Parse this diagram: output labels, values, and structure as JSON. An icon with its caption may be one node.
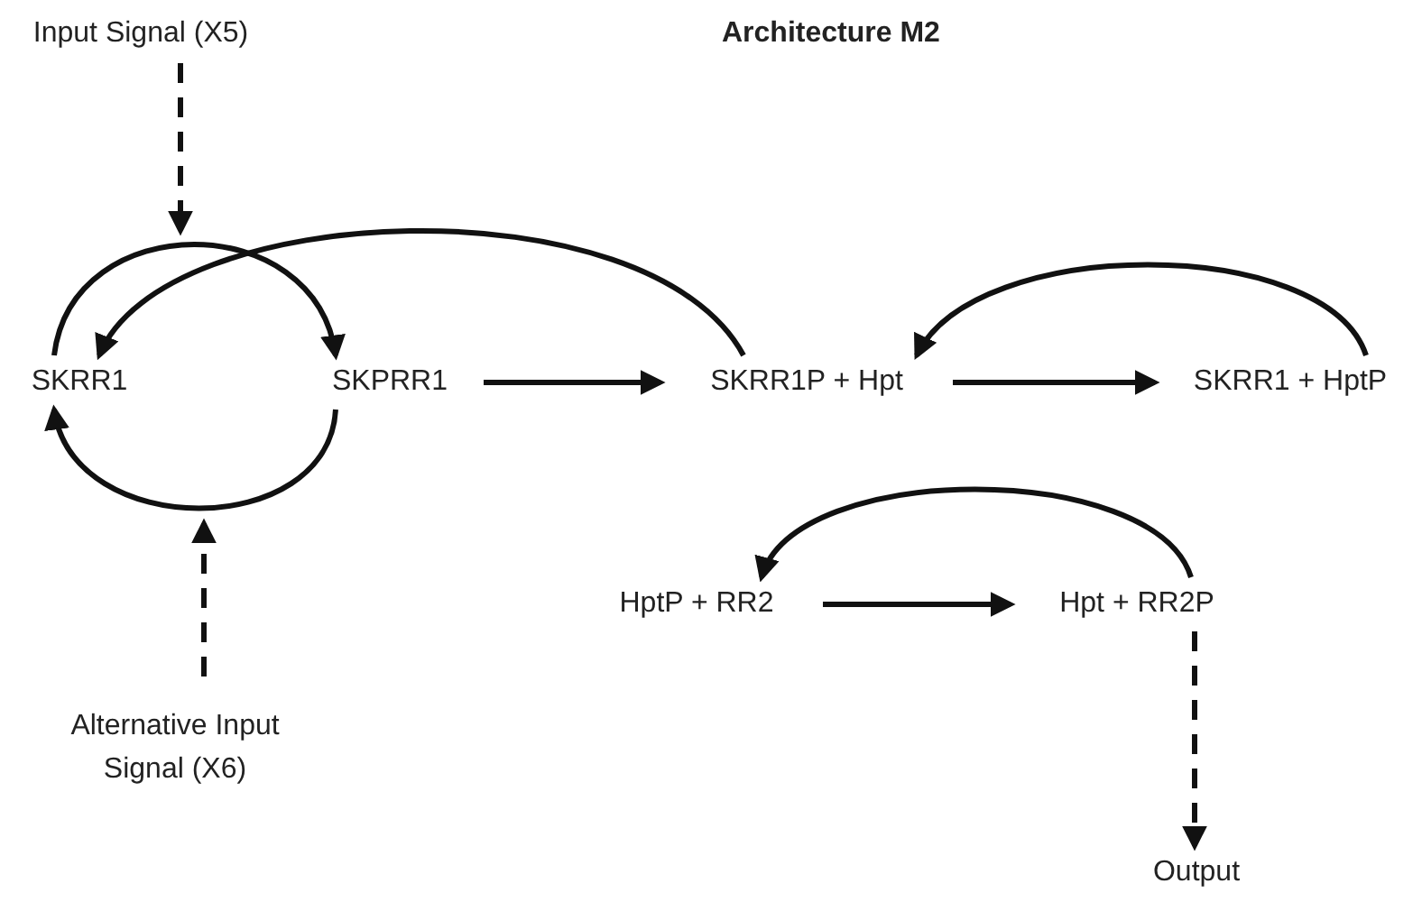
{
  "diagram": {
    "title": "Architecture M2",
    "nodes": [
      {
        "text": [
          "Input Signal (X5)"
        ]
      },
      {
        "text": [
          "SKRR1"
        ]
      },
      {
        "text": [
          "SKPRR1"
        ]
      },
      {
        "text": [
          "SKRR1P + Hpt"
        ]
      },
      {
        "text": [
          "SKRR1 + HptP"
        ]
      },
      {
        "text": [
          "HptP + RR2"
        ]
      },
      {
        "text": [
          "Hpt + RR2P"
        ]
      },
      {
        "text": [
          "Alternative Input Signal (X6)"
        ]
      },
      {
        "text": [
          "Output"
        ]
      }
    ],
    "edges": [
      {
        "from": 0,
        "to": null,
        "arrow": "to",
        "style": "dashed"
      },
      {
        "from": 1,
        "to": 2,
        "arrow": "to"
      },
      {
        "from": 2,
        "to": 1,
        "arrow": "to"
      },
      {
        "from": 3,
        "to": 1,
        "arrow": "to"
      },
      {
        "from": 7,
        "to": null,
        "arrow": "to",
        "style": "dashed"
      },
      {
        "from": 2,
        "to": 3,
        "arrow": "to"
      },
      {
        "from": 3,
        "to": 4,
        "arrow": "to"
      },
      {
        "from": 4,
        "to": 3,
        "arrow": "to"
      },
      {
        "from": 5,
        "to": 6,
        "arrow": "to"
      },
      {
        "from": 6,
        "to": 5,
        "arrow": "to"
      },
      {
        "from": 6,
        "to": 8,
        "arrow": "to",
        "style": "dashed"
      }
    ]
  }
}
